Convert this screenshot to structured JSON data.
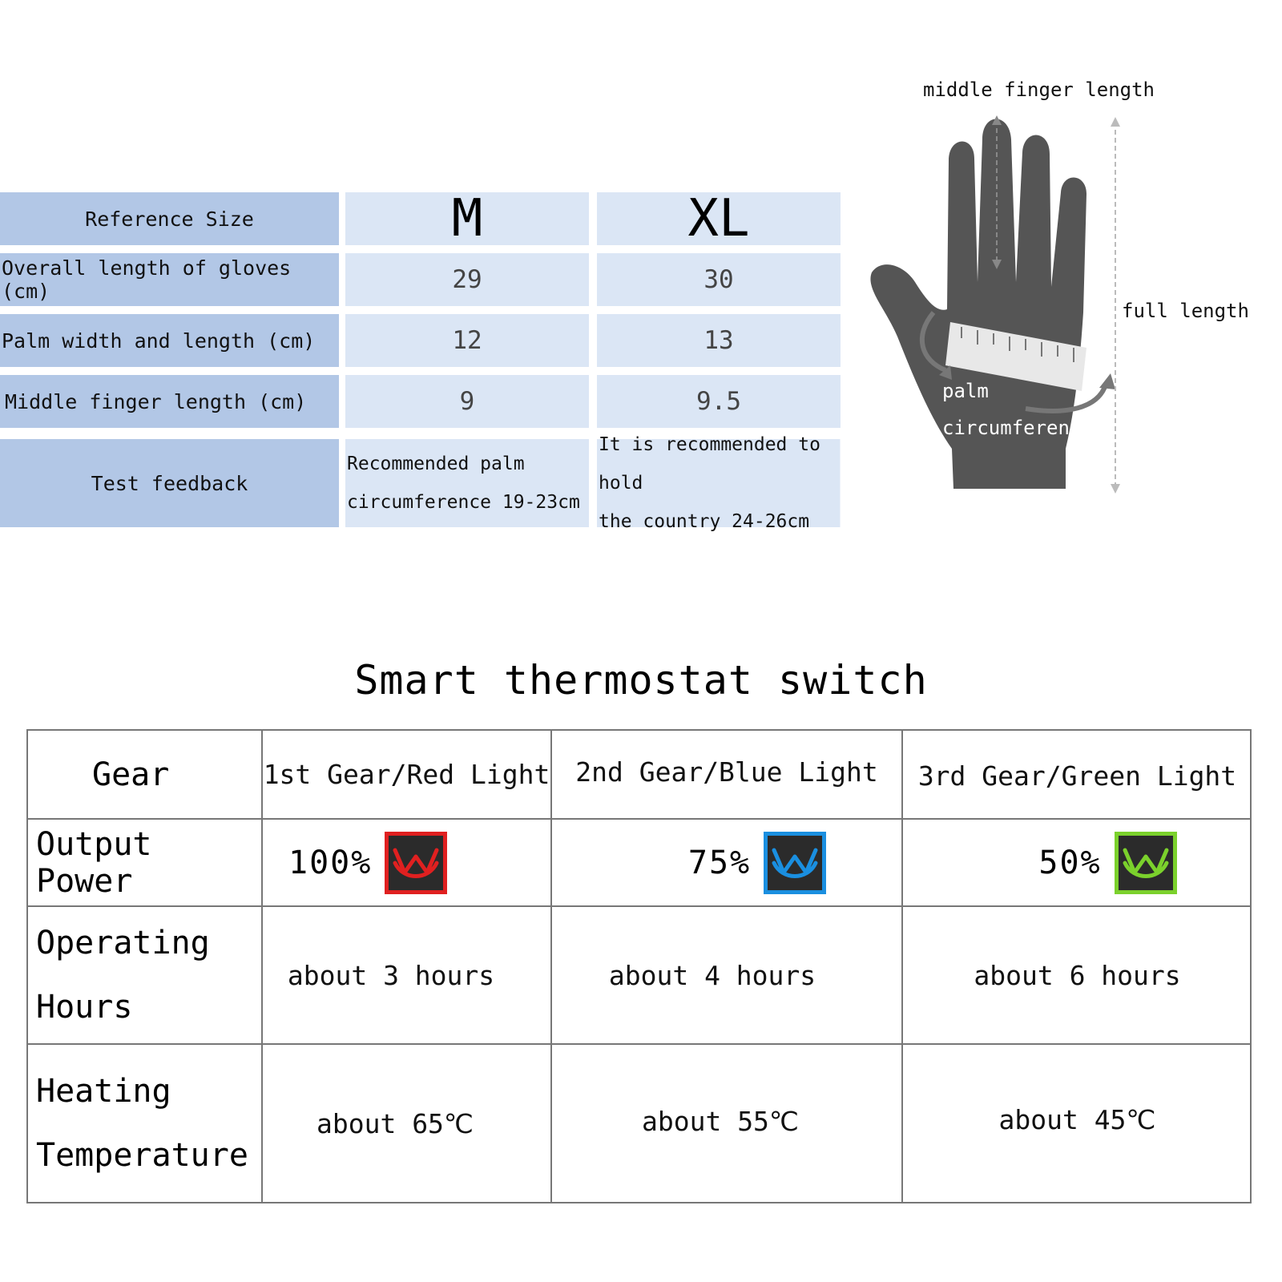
{
  "size_table": {
    "columns": [
      "M",
      "XL"
    ],
    "rows": [
      {
        "label": "Reference Size",
        "m": "M",
        "xl": "XL"
      },
      {
        "label": "Overall length of gloves (cm)",
        "m": "29",
        "xl": "30"
      },
      {
        "label": "Palm width and length (cm)",
        "m": "12",
        "xl": "13"
      },
      {
        "label": "Middle finger length (cm)",
        "m": "9",
        "xl": "9.5"
      },
      {
        "label": "Test feedback",
        "m": "Recommended palm\ncircumference 19-23cm",
        "xl": "It is recommended to hold\nthe country 24-26cm"
      }
    ]
  },
  "hand": {
    "middle_finger_label": "middle finger length",
    "full_length_label": "full length",
    "palm_label": "palm",
    "circumference_label": "circumference",
    "hand_color": "#555555"
  },
  "thermostat": {
    "title": "Smart thermostat switch",
    "header": {
      "label": "Gear",
      "gears": [
        "1st Gear/Red Light",
        "2nd Gear/Blue Light",
        "3rd Gear/Green Light"
      ]
    },
    "output_power": {
      "label": "Output Power",
      "values": [
        {
          "percent": "100%",
          "color": "#e02020",
          "icon": "heating-w-icon"
        },
        {
          "percent": "75%",
          "color": "#1a8fe0",
          "icon": "heating-w-icon"
        },
        {
          "percent": "50%",
          "color": "#7bd12c",
          "icon": "heating-w-icon"
        }
      ]
    },
    "operating_hours": {
      "label": "Operating\nHours",
      "values": [
        "about 3 hours",
        "about 4 hours",
        "about 6 hours"
      ]
    },
    "heating_temperature": {
      "label": "Heating\nTemperature",
      "values": [
        "about 65℃",
        "about 55℃",
        "about 45℃"
      ]
    }
  }
}
